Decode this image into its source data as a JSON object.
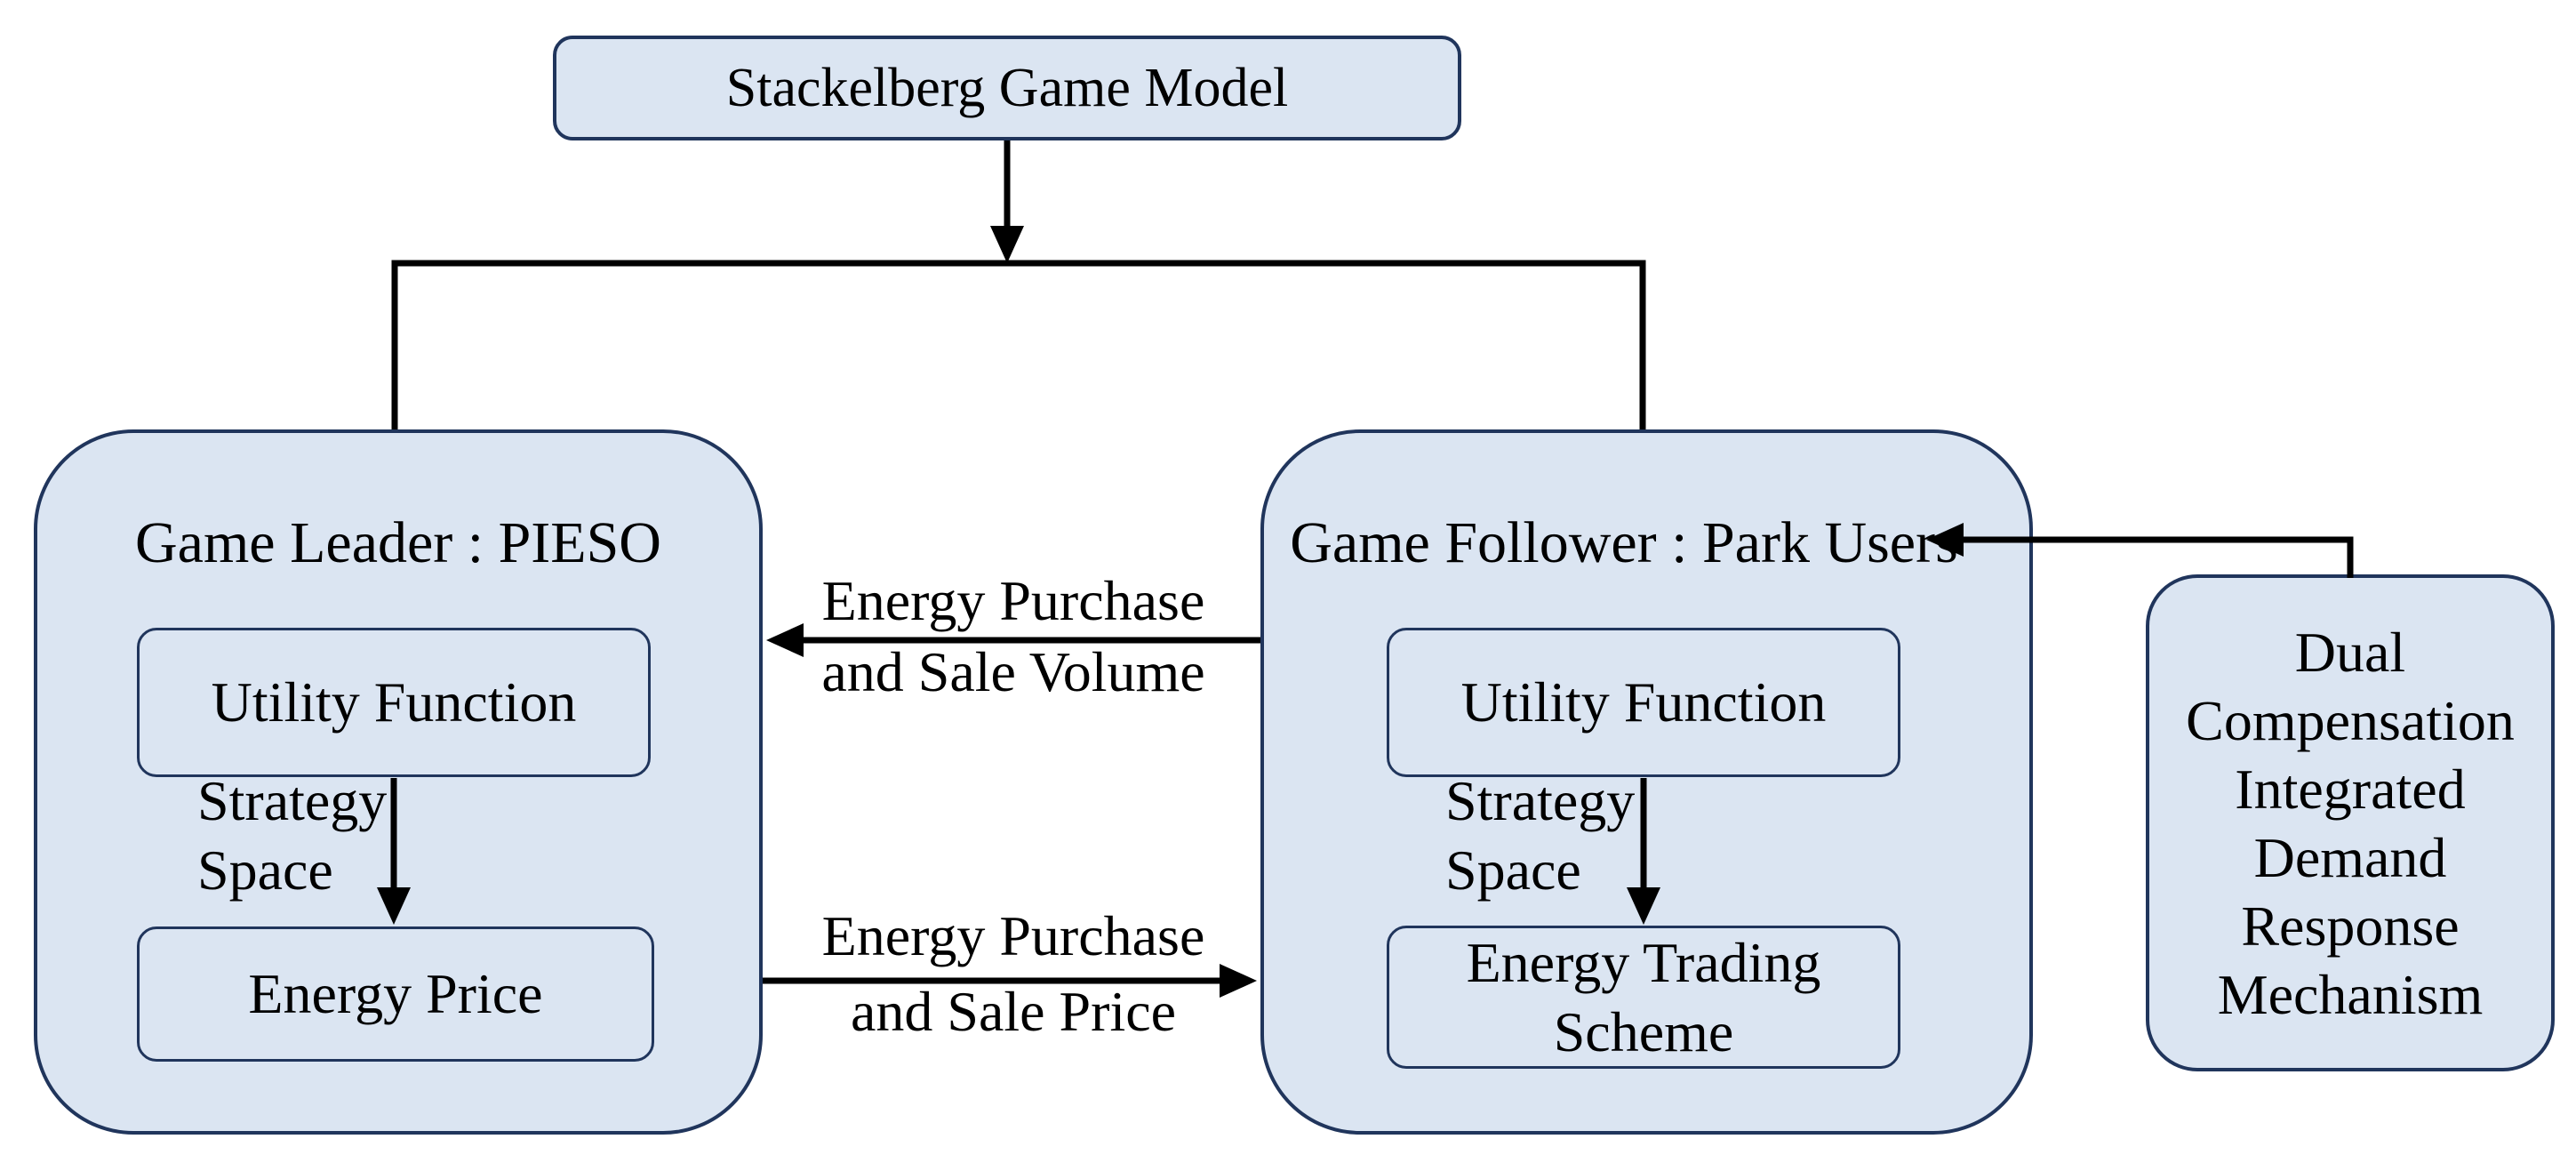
{
  "diagram": {
    "colors": {
      "box_fill": "#dbe5f2",
      "box_border": "#20355c",
      "line_color": "#000000",
      "text_color": "#000000"
    },
    "root": {
      "label": "Stackelberg Game Model"
    },
    "leader": {
      "title": "Game Leader : PIESO",
      "utility_label": "Utility Function",
      "strategy_line1": "Strategy",
      "strategy_line2": "Space",
      "decision_label": "Energy Price"
    },
    "follower": {
      "title": "Game Follower : Park Users",
      "utility_label": "Utility Function",
      "strategy_line1": "Strategy",
      "strategy_line2": "Space",
      "decision_line1": "Energy Trading",
      "decision_line2": "Scheme"
    },
    "mechanism": {
      "line1": "Dual",
      "line2": "Compensation",
      "line3": "Integrated",
      "line4": "Demand",
      "line5": "Response",
      "line6": "Mechanism"
    },
    "flows": {
      "volume_line1": "Energy Purchase",
      "volume_line2": "and Sale Volume",
      "price_line1": "Energy Purchase",
      "price_line2": "and Sale Price"
    }
  }
}
